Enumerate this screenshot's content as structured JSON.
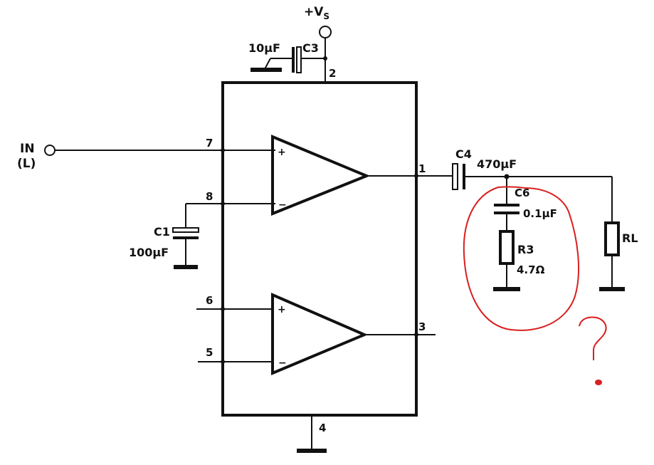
{
  "supply_label": "+V",
  "supply_subscript": "S",
  "input_label_line1": "IN",
  "input_label_line2": "(L)",
  "pins": [
    "1",
    "2",
    "3",
    "4",
    "5",
    "6",
    "7",
    "8"
  ],
  "components": {
    "c3": {
      "name": "C3",
      "value": "10µF"
    },
    "c1": {
      "name": "C1",
      "value": "100µF"
    },
    "c4": {
      "name": "C4",
      "value": "470µF"
    },
    "c6": {
      "name": "C6",
      "value": "0.1µF"
    },
    "r3": {
      "name": "R3",
      "value": "4.7Ω"
    },
    "rl": {
      "name": "RL"
    }
  },
  "opamp_signs": {
    "plus": "+",
    "minus": "−"
  },
  "annotation": {
    "mark": "?",
    "color": "#d91f1f"
  }
}
